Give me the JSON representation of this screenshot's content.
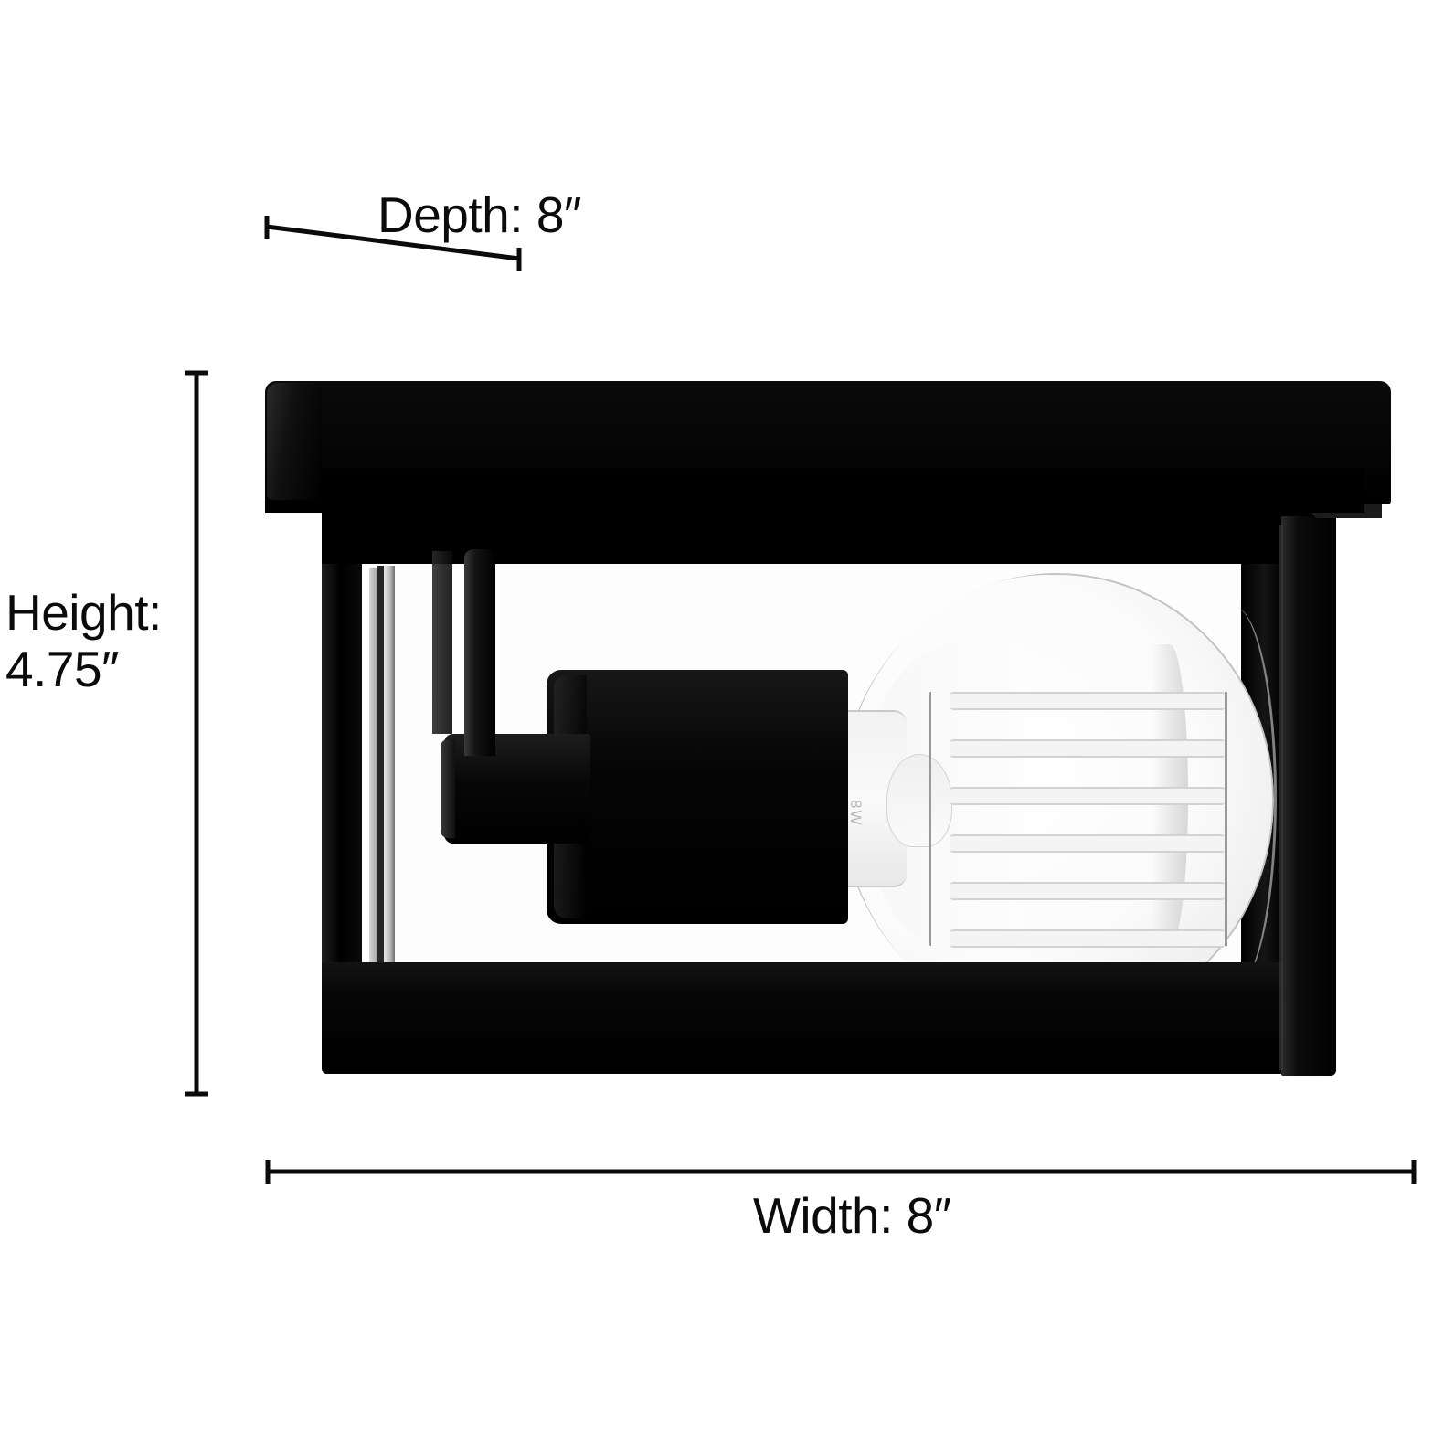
{
  "diagram": {
    "type": "product-dimension-diagram",
    "product": "black square flush mount ceiling light with clear glass panels and exposed filament bulb",
    "background_color": "#ffffff",
    "fixture_color": "#000000"
  },
  "dimensions": {
    "depth": {
      "label": "Depth: 8″",
      "value": 8,
      "unit": "inches",
      "name": "Depth",
      "orientation": "diagonal"
    },
    "height": {
      "label_line1": "Height:",
      "label_line2": "4.75″",
      "value": 4.75,
      "unit": "inches",
      "name": "Height",
      "orientation": "vertical"
    },
    "width": {
      "label": "Width: 8″",
      "value": 8,
      "unit": "inches",
      "name": "Width",
      "orientation": "horizontal"
    }
  },
  "bulb": {
    "type": "A19 clear LED filament bulb",
    "filament_count": 6
  }
}
